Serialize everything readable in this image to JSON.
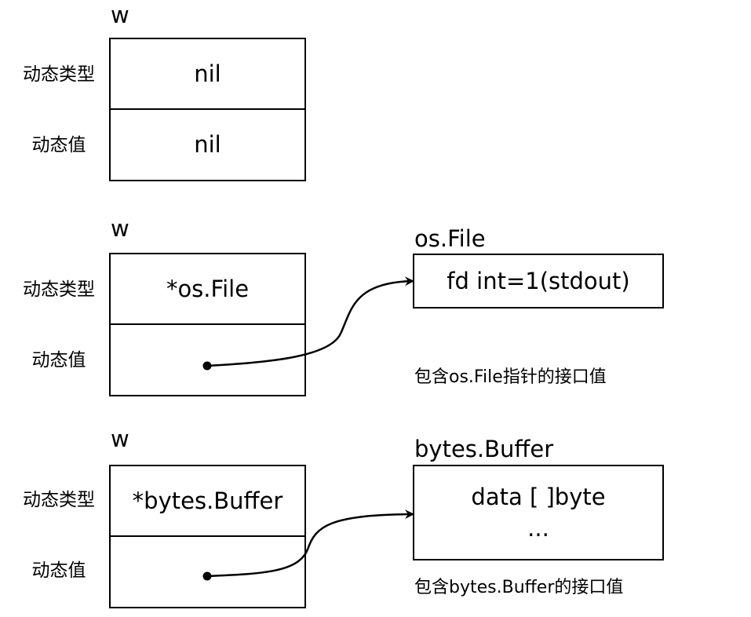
{
  "colors": {
    "line": "#000000",
    "background": "#ffffff"
  },
  "diagrams": [
    {
      "var_name": "w",
      "type_label": "动态类型",
      "value_label": "动态值",
      "dynamic_type": "nil",
      "dynamic_value": "nil"
    },
    {
      "var_name": "w",
      "type_label": "动态类型",
      "value_label": "动态值",
      "dynamic_type": "*os.File",
      "target_title": "os.File",
      "target_fields": [
        "fd int=1(stdout)"
      ],
      "caption": "包含os.File指针的接口值"
    },
    {
      "var_name": "w",
      "type_label": "动态类型",
      "value_label": "动态值",
      "dynamic_type": "*bytes.Buffer",
      "target_title": "bytes.Buffer",
      "target_fields": [
        "data  [ ]byte",
        "..."
      ],
      "caption": "包含bytes.Buffer的接口值"
    }
  ]
}
